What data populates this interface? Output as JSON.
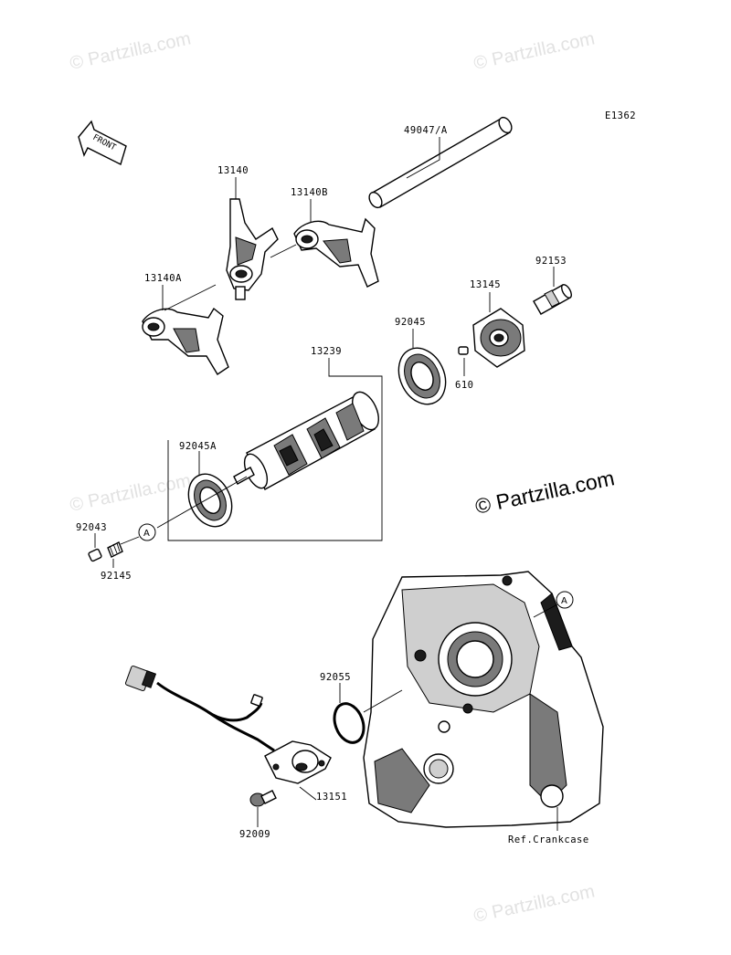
{
  "figure_code": "E1362",
  "front_label": "FRONT",
  "watermarks": [
    "© Partzilla.com",
    "© Partzilla.com",
    "© Partzilla.com",
    "© Partzilla.com"
  ],
  "copyright": "© Partzilla.com",
  "ref_label": "Ref.Crankcase",
  "callout_letter": "A",
  "parts": {
    "p49047": "49047/A",
    "p13140": "13140",
    "p13140B": "13140B",
    "p13140A": "13140A",
    "p92153": "92153",
    "p13145": "13145",
    "p92045": "92045",
    "p610": "610",
    "p13239": "13239",
    "p92045A": "92045A",
    "p92043": "92043",
    "p92145": "92145",
    "p92055": "92055",
    "p13151": "13151",
    "p92009": "92009"
  }
}
